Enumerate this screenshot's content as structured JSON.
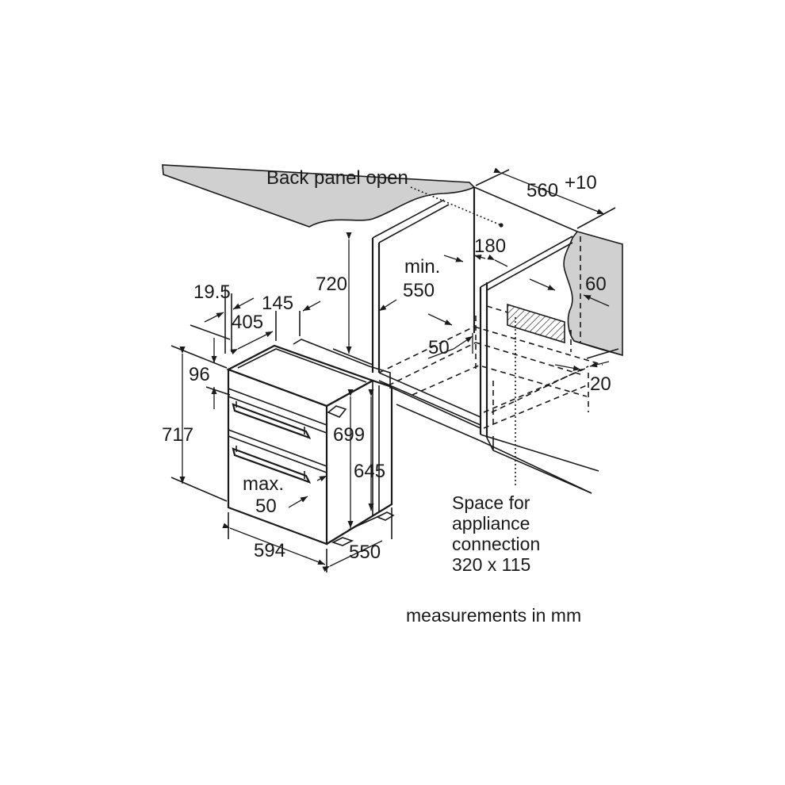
{
  "diagram": {
    "back_panel_label": "Back panel open",
    "caption": [
      "Space for",
      "appliance",
      "connection",
      "320 x 115"
    ],
    "units_note": "measurements in mm",
    "dimensions": {
      "w560": "560",
      "w560_tol": "+10",
      "d180": "180",
      "h720": "720",
      "min_label": "min.",
      "min_val": "550",
      "d60": "60",
      "d50_niche": "50",
      "d20": "20",
      "d19_5": "19.5",
      "d145": "145",
      "d405": "405",
      "d96": "96",
      "h717": "717",
      "h699": "699",
      "h645": "645",
      "max_label": "max.",
      "max_val": "50",
      "w594": "594",
      "d550": "550"
    },
    "colors": {
      "worktop": "#d0d0d0",
      "lines": "#1a1a1a"
    }
  }
}
